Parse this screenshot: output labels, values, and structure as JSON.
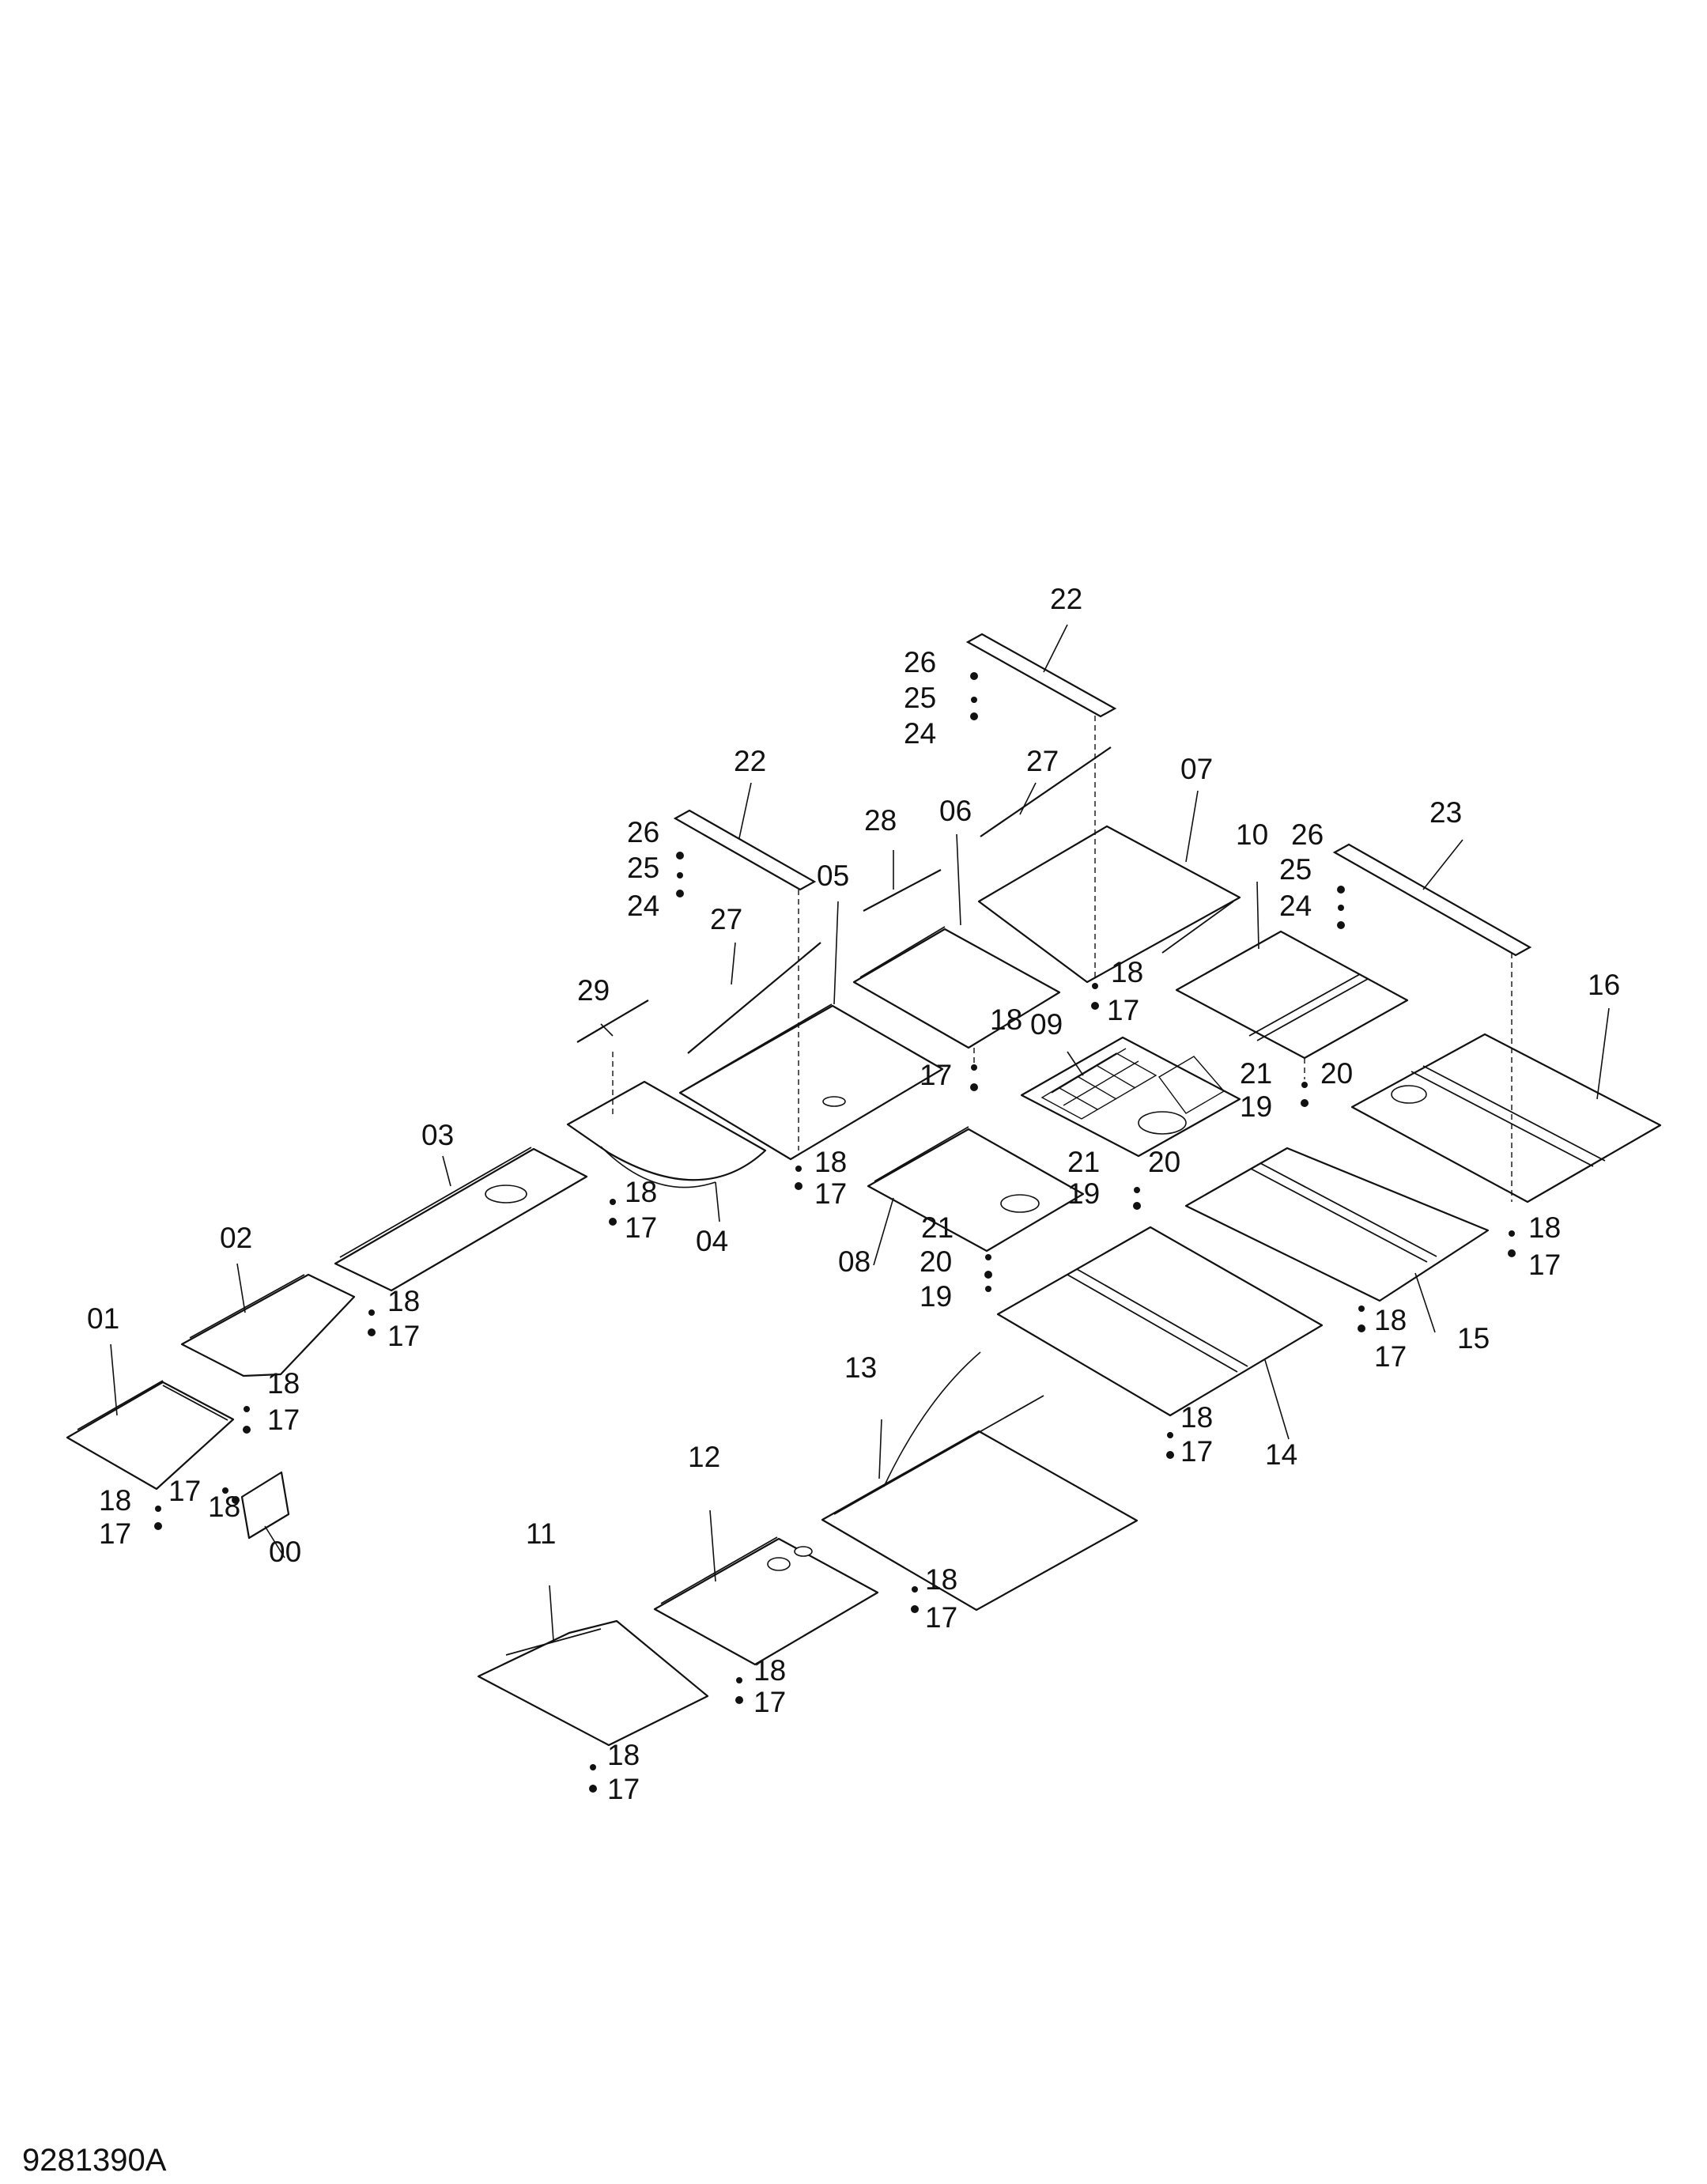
{
  "drawing": {
    "code": "9281390A",
    "labels": {
      "p00": "00",
      "p01": "01",
      "p02": "02",
      "p03": "03",
      "p04": "04",
      "p05": "05",
      "p06": "06",
      "p07": "07",
      "p08": "08",
      "p09": "09",
      "p10": "10",
      "p11": "11",
      "p12": "12",
      "p13": "13",
      "p14": "14",
      "p15": "15",
      "p16": "16",
      "p17": "17",
      "p18": "18",
      "p19": "19",
      "p20": "20",
      "p21": "21",
      "p22": "22",
      "p23": "23",
      "p24": "24",
      "p25": "25",
      "p26": "26",
      "p27": "27",
      "p28": "28",
      "p29": "29"
    }
  }
}
